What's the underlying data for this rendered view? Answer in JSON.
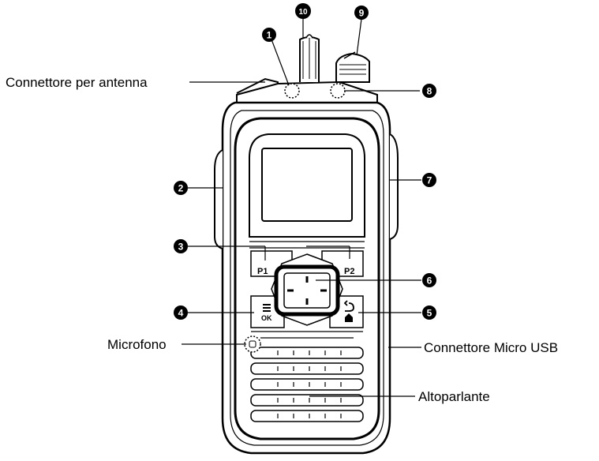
{
  "labels": {
    "antenna": "Connettore per antenna",
    "microphone": "Microfono",
    "usb": "Connettore Micro USB",
    "speaker": "Altoparlante"
  },
  "callouts": [
    "1",
    "2",
    "3",
    "4",
    "5",
    "6",
    "7",
    "8",
    "9",
    "10"
  ],
  "keys": {
    "p1": "P1",
    "p2": "P2",
    "ok": "OK"
  },
  "colors": {
    "ink": "#000000",
    "paper": "#ffffff"
  }
}
